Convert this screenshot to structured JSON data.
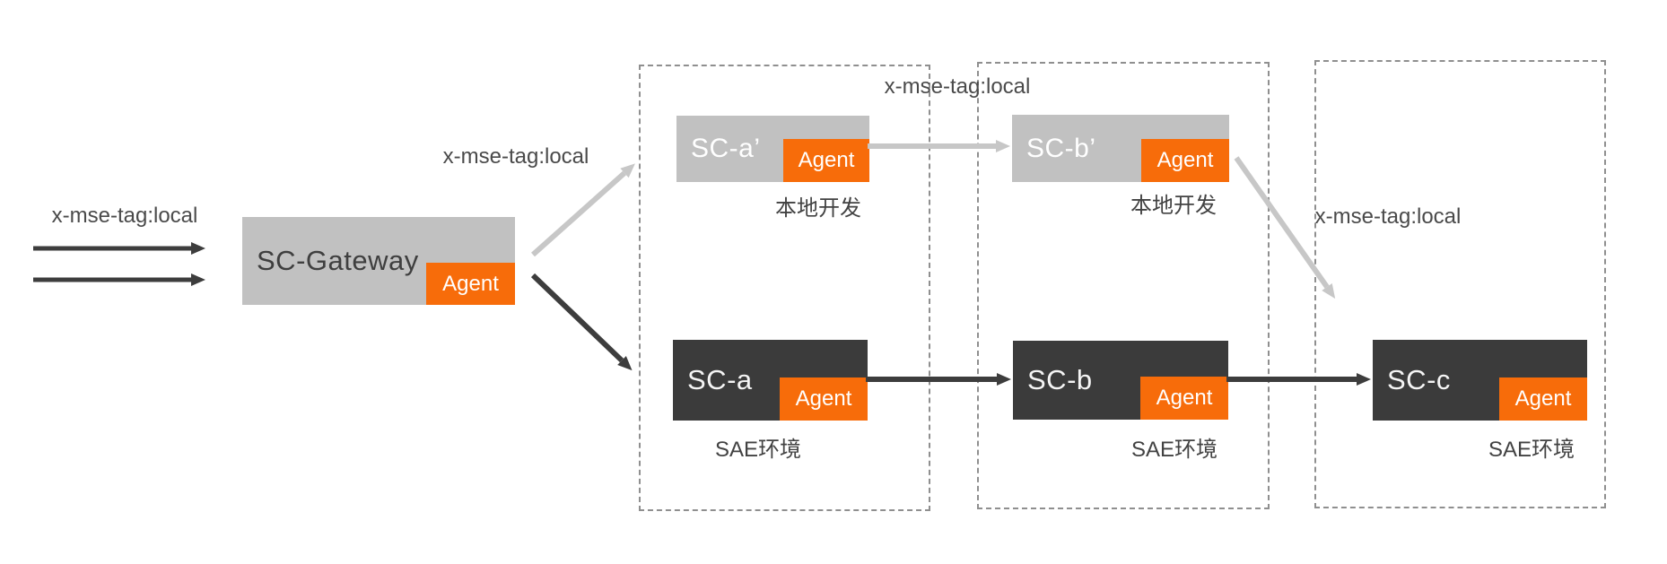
{
  "colors": {
    "orange": "#f76c0a",
    "box_gray": "#c1c1c1",
    "box_dark": "#3b3b3b",
    "arrow_dark": "#3d3d3d",
    "arrow_light": "#c7c7c7",
    "dashed_border": "#8f8f8f",
    "text": "#4a4a4a"
  },
  "ingress": {
    "tag_label": "x-mse-tag:local"
  },
  "gateway": {
    "title": "SC-Gateway",
    "agent_label": "Agent",
    "tag_label": "x-mse-tag:local"
  },
  "dev_route": {
    "tag_label": "x-mse-tag:local"
  },
  "right_route": {
    "tag_label": "x-mse-tag:local"
  },
  "environments": [
    {
      "dev": {
        "title": "SC-a’",
        "agent_label": "Agent",
        "caption": "本地开发"
      },
      "sae": {
        "title": "SC-a",
        "agent_label": "Agent",
        "caption": "SAE环境"
      }
    },
    {
      "dev": {
        "title": "SC-b’",
        "agent_label": "Agent",
        "caption": "本地开发"
      },
      "sae": {
        "title": "SC-b",
        "agent_label": "Agent",
        "caption": "SAE环境"
      }
    },
    {
      "sae": {
        "title": "SC-c",
        "agent_label": "Agent",
        "caption": "SAE环境"
      }
    }
  ]
}
